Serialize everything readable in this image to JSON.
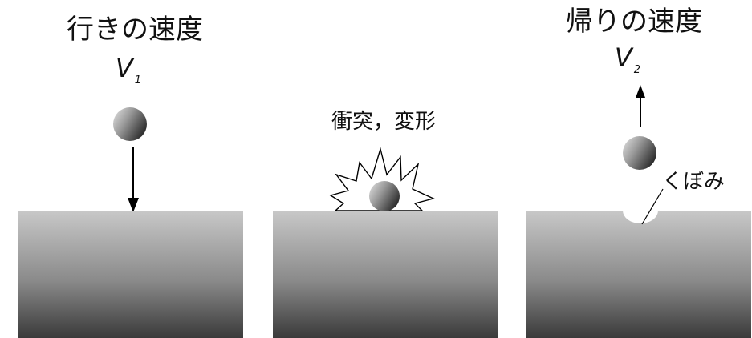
{
  "panels": [
    {
      "title": "行きの速度",
      "velocity": {
        "symbol": "V",
        "subscript": "1"
      }
    },
    {
      "caption": "衝突，変形"
    },
    {
      "title": "帰りの速度",
      "velocity": {
        "symbol": "V",
        "subscript": "2"
      },
      "dent_label": "くぼみ"
    }
  ],
  "colors": {
    "block_top": "#c8c8c8",
    "block_bottom": "#3a3a3a",
    "ball_light": "#e6e6e6",
    "ball_dark": "#2e2e2e",
    "arrow": "#000000"
  },
  "icons": [
    "down-arrow",
    "up-arrow",
    "impact-burst"
  ]
}
